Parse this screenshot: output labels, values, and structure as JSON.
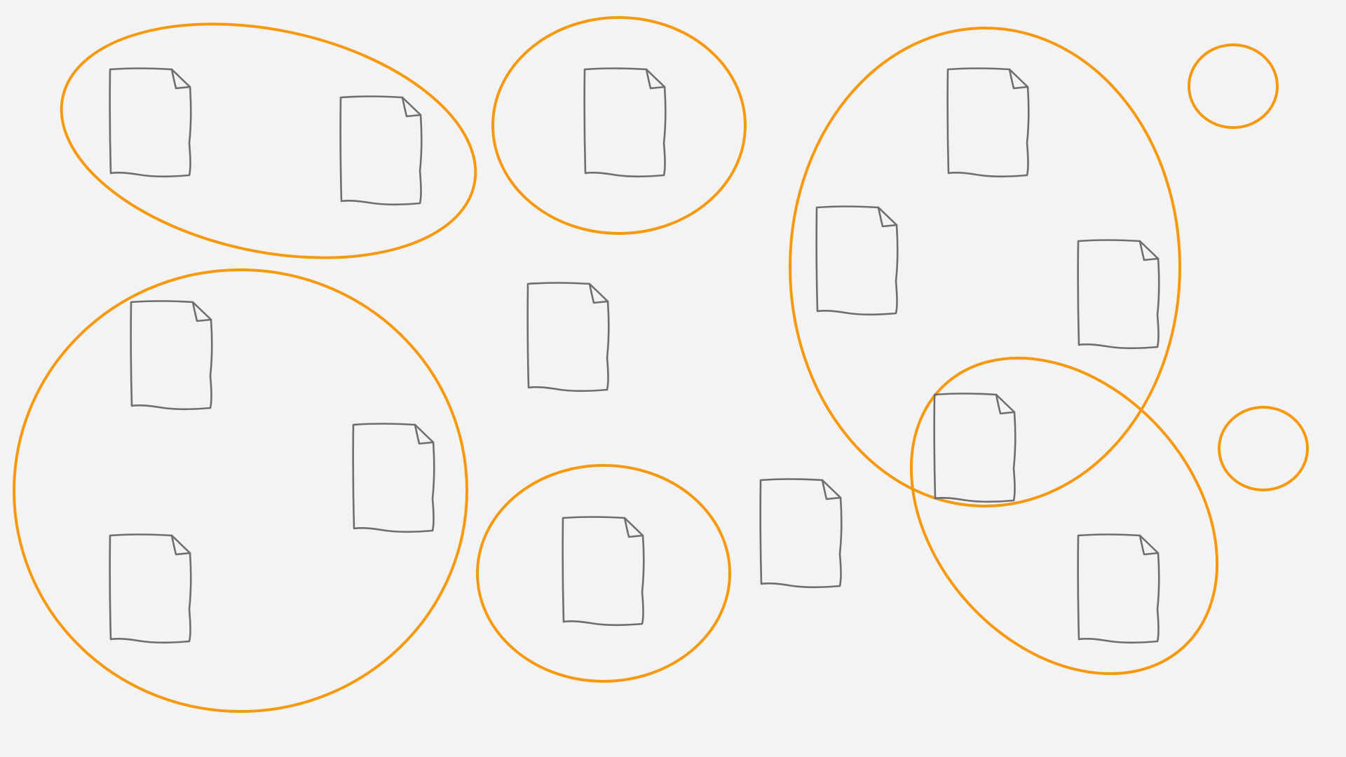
{
  "colors": {
    "background": "#f3f3f3",
    "cluster_outline": "#f7990f",
    "document_stroke": "#6e6e6e"
  },
  "icons": {
    "document": "document-icon",
    "cluster": "cluster-ellipse"
  },
  "groups": [
    {
      "id": "cluster-top-left",
      "document_count": 2
    },
    {
      "id": "cluster-top-middle",
      "document_count": 1
    },
    {
      "id": "cluster-right-large",
      "document_count": 4
    },
    {
      "id": "cluster-lower-right-diagonal",
      "document_count": 2
    },
    {
      "id": "cluster-bottom-left-large",
      "document_count": 3
    },
    {
      "id": "cluster-bottom-middle",
      "document_count": 1
    },
    {
      "id": "cluster-small-right-top",
      "document_count": 0
    },
    {
      "id": "cluster-small-right-middle",
      "document_count": 0
    }
  ],
  "ungrouped_document_count": 2,
  "total_document_count": 14
}
